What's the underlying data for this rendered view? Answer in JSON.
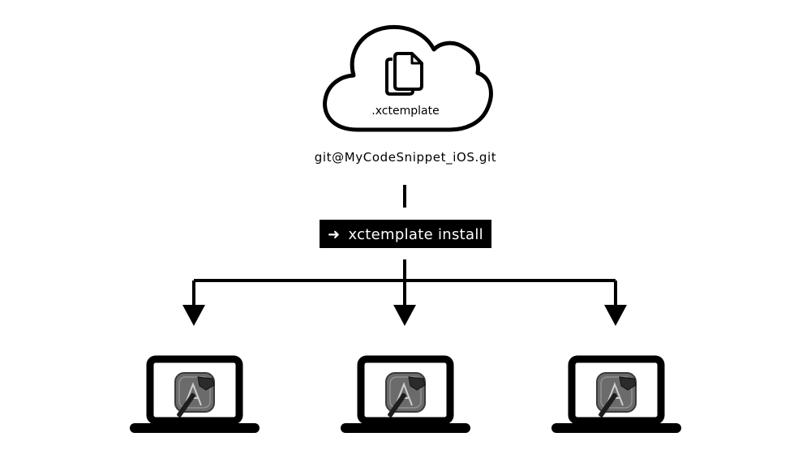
{
  "cloud": {
    "label": ".xctemplate",
    "icon": "documents-icon"
  },
  "repository": {
    "url": "git@MyCodeSnippet_iOS.git"
  },
  "command": {
    "arrow": "➜",
    "text": "xctemplate install"
  },
  "clients": [
    {
      "device": "laptop-icon",
      "app": "xcode-icon"
    },
    {
      "device": "laptop-icon",
      "app": "xcode-icon"
    },
    {
      "device": "laptop-icon",
      "app": "xcode-icon"
    }
  ],
  "colors": {
    "ink": "#000000",
    "background": "#ffffff",
    "xcode_icon_fill": "#6b6b6b",
    "xcode_icon_dark": "#2b2b2b"
  }
}
